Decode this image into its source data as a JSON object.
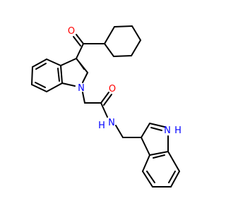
{
  "molecule": {
    "atom_labels": {
      "carbonyl_oxygen_ketone": "O",
      "indole_nitrogen_1": "N",
      "amide_oxygen": "O",
      "amide_nitrogen": "N",
      "amide_hydrogen": "H",
      "indole_nitrogen_2": "N",
      "indole_hydrogen_2": "H"
    },
    "colors": {
      "bond": "#000000",
      "oxygen": "#ff0000",
      "nitrogen": "#0000ff"
    }
  }
}
